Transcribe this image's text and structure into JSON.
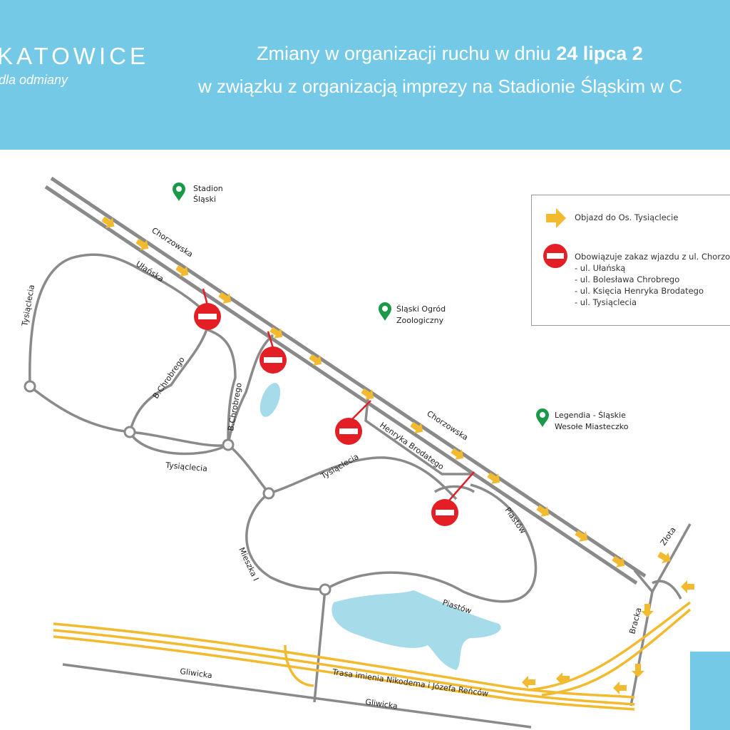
{
  "header": {
    "logo": "KATOWICE",
    "slogan": "dla odmiany",
    "title_prefix": "Zmiany w organizacji ruchu w dniu ",
    "title_date": "24 lipca 2",
    "subtitle": "w związku z organizacją imprezy na Stadionie Śląskim w C"
  },
  "legend": {
    "detour": "Objazd do Os. Tysiąclecie",
    "no_entry_title": "Obowiązuje zakaz wjazdu z ul. Chorzow",
    "items": [
      "- ul. Ułańską",
      "- ul. Bolesława Chrobrego",
      "- ul. Księcia Henryka Brodatego",
      "- ul. Tysiąclecia"
    ]
  },
  "places": {
    "stadion_1": "Stadion",
    "stadion_2": "Śląski",
    "zoo_1": "Śląski Ogród",
    "zoo_2": "Zoologiczny",
    "legendia_1": "Legendia - Śląskie",
    "legendia_2": "Wesołe Miasteczko"
  },
  "streets": {
    "chorzowska": "Chorzowska",
    "ulanska": "Ułańska",
    "tysiaclecia": "Tysiąclecia",
    "b_chrobrego": "B.Chrobrego",
    "henryka": "Henryka Brodatego",
    "piastow": "Piastów",
    "mieszka": "Mieszka I",
    "zlota": "Złota",
    "bracka": "Bracka",
    "gliwicka": "Gliwicka",
    "trasa": "Trasa imienia Nikodema i Józefa Reńców"
  },
  "colors": {
    "header": "#74c9e6",
    "road": "#8a8a8a",
    "detour": "#f2bb2f",
    "no_entry": "#e31e24",
    "pin": "#1a9a48",
    "water": "#a6dcea"
  }
}
